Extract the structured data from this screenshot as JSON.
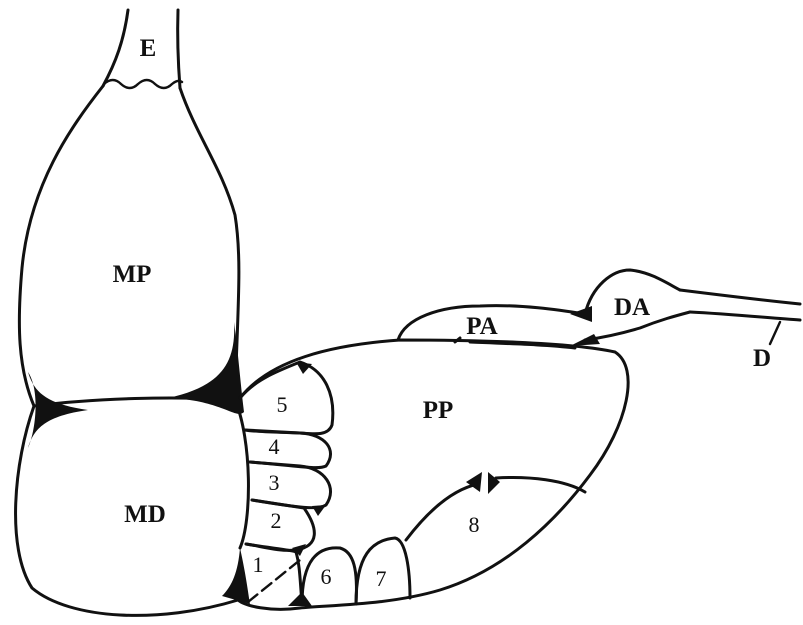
{
  "labels": {
    "E": "E",
    "MP": "MP",
    "MD": "MD",
    "PP": "PP",
    "PA": "PA",
    "DA": "DA",
    "D": "D",
    "seg1": "1",
    "seg2": "2",
    "seg3": "3",
    "seg4": "4",
    "seg5": "5",
    "seg6": "6",
    "seg7": "7",
    "seg8": "8"
  }
}
